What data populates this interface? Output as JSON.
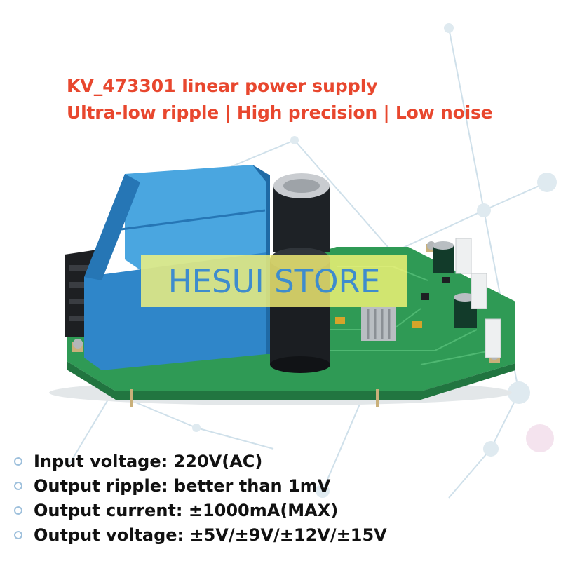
{
  "headline": {
    "line1": "KV_473301 linear power supply",
    "line2": "Ultra-low ripple | High precision | Low noise"
  },
  "watermark": {
    "text": "HESUI STORE"
  },
  "specs": [
    "Input voltage: 220V(AC)",
    "Output ripple: better than 1mV",
    "Output current: ±1000mA(MAX)",
    "Output voltage: ±5V/±9V/±12V/±15V"
  ],
  "colors": {
    "headline": "#e8472e",
    "watermark_text": "#3e8ccd",
    "watermark_band": "#fff978",
    "pcb": "#2f9a55",
    "transformer": "#2f86c9"
  }
}
